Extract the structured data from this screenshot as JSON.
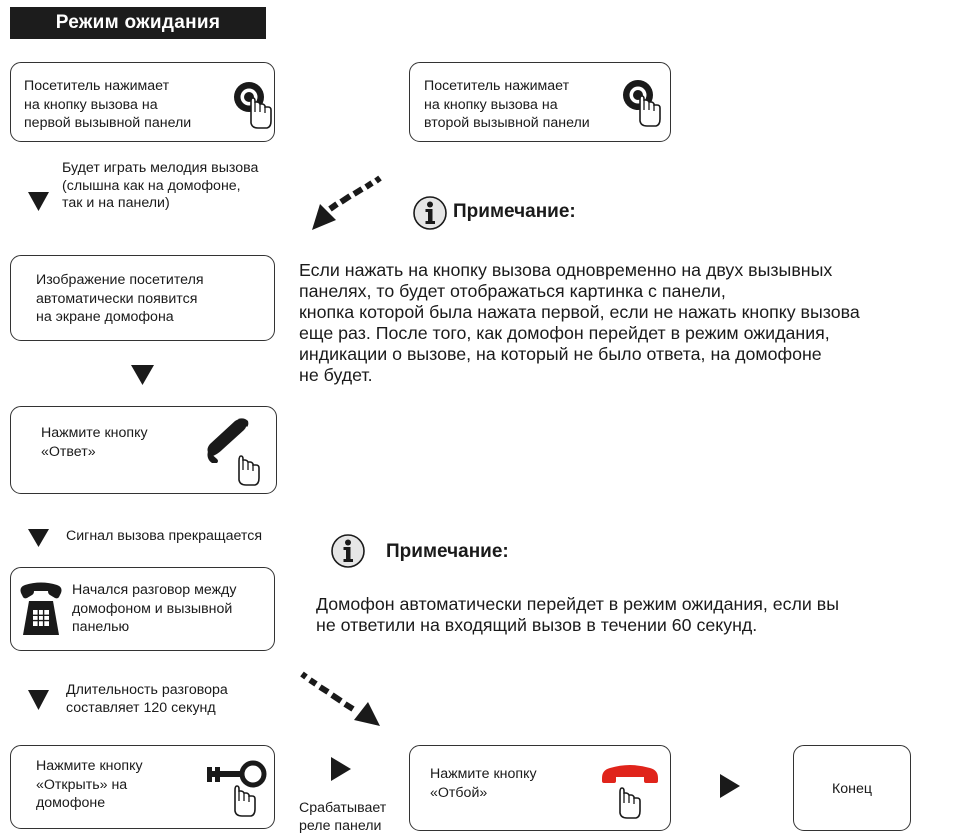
{
  "header": {
    "title": "Режим ожидания"
  },
  "flow": {
    "box_panel1": [
      "Посетитель нажимает",
      "на кнопку вызова на",
      "первой вызывной панели"
    ],
    "box_panel2": [
      "Посетитель нажимает",
      "на кнопку вызова на",
      "второй вызывной панели"
    ],
    "step_melody": [
      "Будет играть мелодия вызова",
      "(слышна как на домофоне,",
      "так и на панели)"
    ],
    "box_image": [
      "Изображение посетителя",
      "автоматически появится",
      "на экране домофона"
    ],
    "box_answer": [
      "Нажмите кнопку",
      "«Ответ»"
    ],
    "step_signal_stop": "Сигнал вызова прекращается",
    "box_talk": [
      "Начался разговор между",
      "домофоном и вызывной",
      "панелью"
    ],
    "step_duration": [
      "Длительность разговора",
      "составляет 120 секунд"
    ],
    "box_open": [
      "Нажмите кнопку",
      "«Открыть» на",
      "домофоне"
    ],
    "relay_text": [
      "Срабатывает",
      "реле панели"
    ],
    "box_hangup": [
      "Нажмите кнопку",
      "«Отбой»"
    ],
    "box_end": "Конец"
  },
  "note1": {
    "title": "Примечание:",
    "lines": [
      "Если нажать на кнопку вызова одновременно на двух вызывных",
      "панелях, то будет отображаться картинка с панели,",
      "кнопка которой была нажата первой, если не нажать кнопку вызова",
      "еще раз. После того, как домофон перейдет в режим ожидания,",
      "индикации о вызове, на который не было ответа, на домофоне",
      "не будет."
    ]
  },
  "note2": {
    "title": "Примечание:",
    "lines": [
      "Домофон автоматически перейдет в режим ожидания, если вы",
      "не ответили на входящий вызов в течении 60 секунд."
    ]
  },
  "colors": {
    "hangup_red": "#e0241b",
    "text": "#1a1a1a",
    "header_bg": "#1c1c1c"
  },
  "icons": [
    "call-button-hand-icon",
    "info-icon",
    "handset-hand-icon",
    "desk-phone-icon",
    "key-hand-icon",
    "hangup-hand-icon",
    "arrow-down-icon",
    "arrow-right-icon",
    "dashed-arrow-icon"
  ]
}
